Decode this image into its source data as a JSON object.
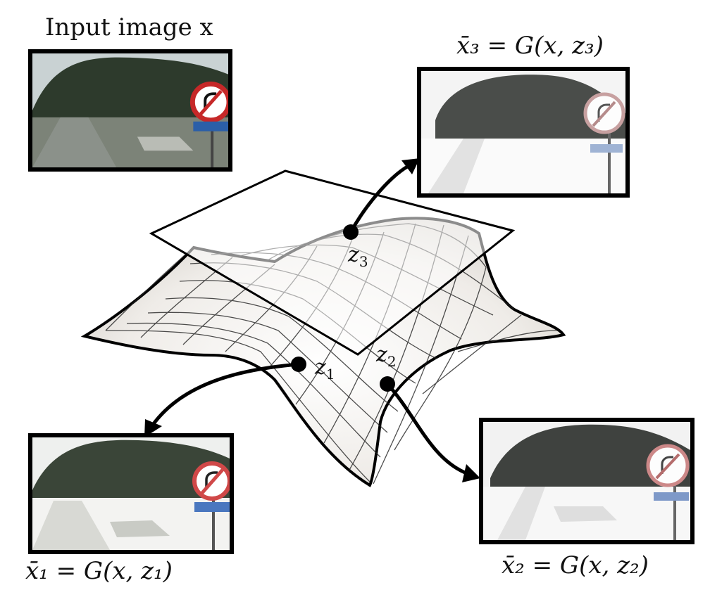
{
  "labels": {
    "input": "Input image x",
    "out1": "x̄₁ = G(x, z₁)",
    "out2": "x̄₂ = G(x, z₂)",
    "out3": "x̄₃ = G(x, z₃)"
  },
  "points": {
    "z1": {
      "name": "z",
      "sub": "1"
    },
    "z2": {
      "name": "z",
      "sub": "2"
    },
    "z3": {
      "name": "z",
      "sub": "3"
    }
  },
  "images": {
    "input": {
      "style": "color",
      "sign_icon": "no-right-turn-sign"
    },
    "out1": {
      "style": "snowy-color",
      "sign_icon": "no-right-turn-sign"
    },
    "out2": {
      "style": "snowy-gray",
      "sign_icon": "no-right-turn-sign"
    },
    "out3": {
      "style": "snowy-gray",
      "sign_icon": "no-right-turn-sign"
    }
  },
  "colors": {
    "stroke": "#000000",
    "mesh_fill": "#f3f1ee",
    "sign_red": "#c62828"
  }
}
